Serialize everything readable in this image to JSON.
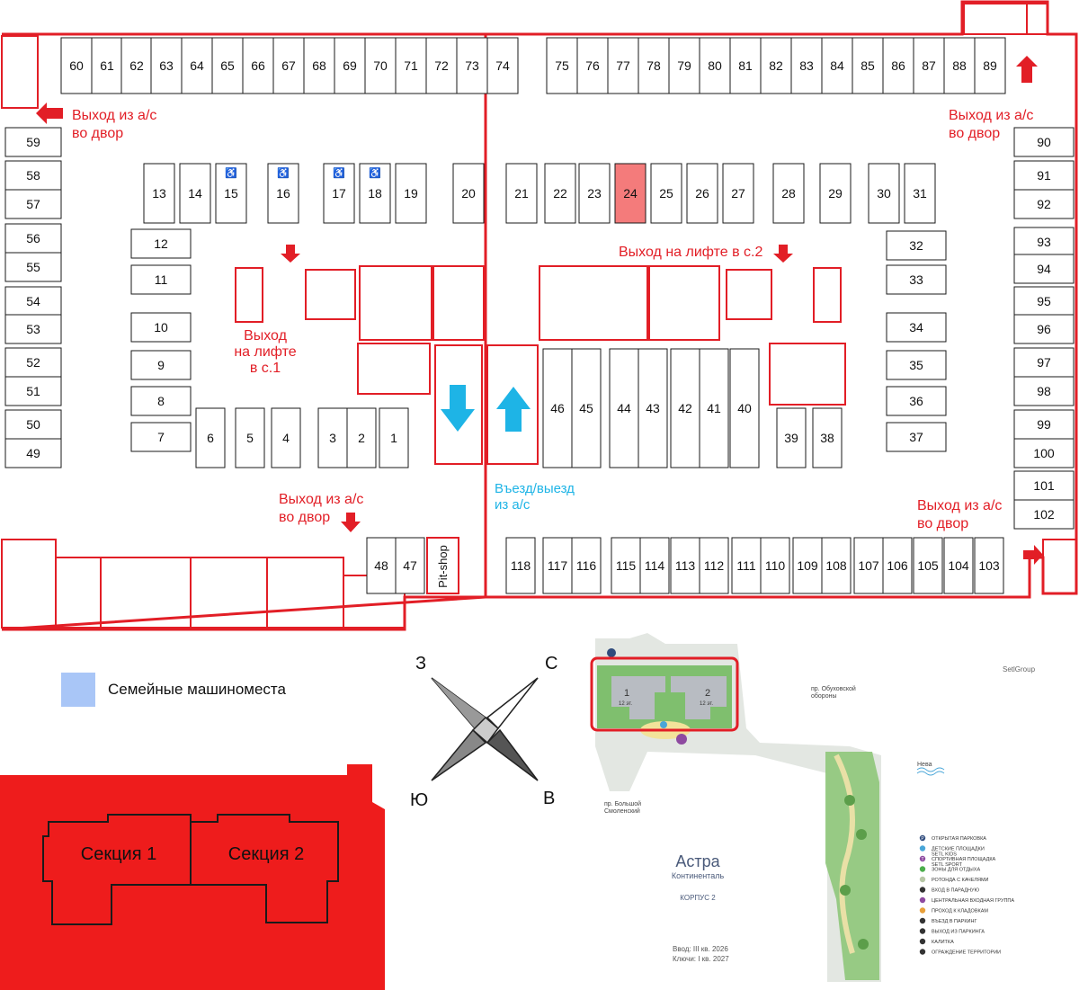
{
  "colors": {
    "wall": "#e21e26",
    "highlight": "#f47b7b",
    "cyan": "#1eb4e6",
    "family": "#a9c6f7",
    "red_fill": "#ee1c1c",
    "dark": "#1a1a1a"
  },
  "spots": {
    "top_row": [
      "60",
      "61",
      "62",
      "63",
      "64",
      "65",
      "66",
      "67",
      "68",
      "69",
      "70",
      "71",
      "72",
      "73",
      "74",
      "75",
      "76",
      "77",
      "78",
      "79",
      "80",
      "81",
      "82",
      "83",
      "84",
      "85",
      "86",
      "87",
      "88",
      "89"
    ],
    "left_col": [
      "59",
      "58",
      "57",
      "56",
      "55",
      "54",
      "53",
      "52",
      "51",
      "50",
      "49"
    ],
    "right_col": [
      "90",
      "91",
      "92",
      "93",
      "94",
      "95",
      "96",
      "97",
      "98",
      "99",
      "100",
      "101",
      "102"
    ],
    "inner_top_left": [
      "13",
      "14",
      "15",
      "16",
      "17",
      "18",
      "19",
      "20"
    ],
    "inner_top_right": [
      "21",
      "22",
      "23",
      "24",
      "25",
      "26",
      "27",
      "28",
      "29",
      "30",
      "31"
    ],
    "left_inner_col": [
      "12",
      "11",
      "10",
      "9",
      "8",
      "7"
    ],
    "right_inner_col": [
      "32",
      "33",
      "34",
      "35",
      "36",
      "37"
    ],
    "bottom_inner_left": [
      "6",
      "5",
      "4",
      "3",
      "2",
      "1"
    ],
    "bottom_inner_right": [
      "46",
      "45",
      "44",
      "43",
      "42",
      "41",
      "40",
      "39",
      "38"
    ],
    "bottom_row_left": [
      "48",
      "47"
    ],
    "bottom_row_right": [
      "118",
      "117",
      "116",
      "115",
      "114",
      "113",
      "112",
      "111",
      "110",
      "109",
      "108",
      "107",
      "106",
      "105",
      "104",
      "103"
    ],
    "selected": "24",
    "accessible": [
      "15",
      "16",
      "17",
      "18"
    ]
  },
  "labels": {
    "exit_yard_nw": "Выход из а/с\nво двор",
    "exit_yard_ne": "Выход из а/с\nво двор",
    "exit_yard_sw": "Выход из а/с\nво двор",
    "exit_yard_se": "Выход из а/с\nво двор",
    "elevator_s1": "Выход\nна лифте\nв с.1",
    "elevator_s2": "Выход на лифте в с.2",
    "entry_exit": "Въезд/выезд\nиз а/с",
    "pit_shop": "Pit-shop"
  },
  "legend": {
    "family_spots": "Семейные машиноместа"
  },
  "compass": {
    "north": "С",
    "south": "Ю",
    "east": "В",
    "west": "З"
  },
  "sections": {
    "s1": "Секция 1",
    "s2": "Секция 2"
  },
  "site_plan": {
    "brand_name": "Астра",
    "brand_sub": "Континенталь",
    "korpus": "КОРПУС 2",
    "developer": "SetlGroup",
    "building1": "1",
    "building1_floors": "12 эт.",
    "building2": "2",
    "building2_floors": "12 эт.",
    "road_north": "пр. Обуховской\nобороны",
    "road_south": "пр. Большой\nСмоленский",
    "river": "Нева",
    "commissioning": "Ввод: III кв. 2026",
    "keys": "Ключи: I кв. 2027",
    "legend_items": [
      {
        "icon": "P",
        "label": "ОТКРЫТАЯ ПАРКОВКА",
        "color": "#2f4b7c"
      },
      {
        "icon": "",
        "label": "ДЕТСКИЕ ПЛОЩАДКИ\nSETL KIDS",
        "color": "#49a6d8"
      },
      {
        "icon": "T",
        "label": "СПОРТИВНАЯ ПЛОЩАДКА\nSETL SPORT",
        "color": "#8e4aa0"
      },
      {
        "icon": "",
        "label": "ЗОНЫ ДЛЯ ОТДЫХА",
        "color": "#4cae4c"
      },
      {
        "icon": "",
        "label": "РОТОНДА С КАЧЕЛЯМИ",
        "color": "#b7c7a6"
      },
      {
        "icon": "",
        "label": "ВХОД В ПАРАДНУЮ",
        "color": "#333333"
      },
      {
        "icon": "",
        "label": "ЦЕНТРАЛЬНАЯ ВХОДНАЯ ГРУППА",
        "color": "#8e4aa0"
      },
      {
        "icon": "",
        "label": "ПРОХОД К КЛАДОВКАМ",
        "color": "#e8a03a"
      },
      {
        "icon": "",
        "label": "ВЪЕЗД В ПАРКИНГ",
        "color": "#333333"
      },
      {
        "icon": "",
        "label": "ВЫХОД ИЗ ПАРКИНГА",
        "color": "#333333"
      },
      {
        "icon": "",
        "label": "КАЛИТКА",
        "color": "#333333"
      },
      {
        "icon": "",
        "label": "ОГРАЖДЕНИЕ ТЕРРИТОРИИ",
        "color": "#333333"
      }
    ]
  }
}
